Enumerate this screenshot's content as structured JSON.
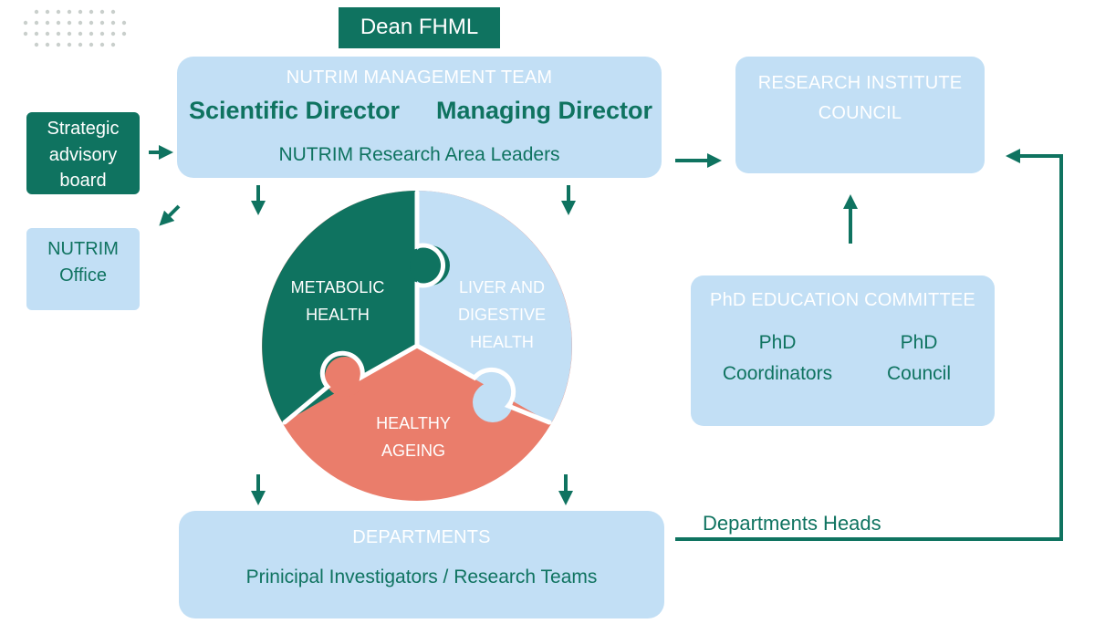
{
  "dean": "Dean FHML",
  "management": {
    "title": "NUTRIM MANAGEMENT TEAM",
    "scientific_director": "Scientific Director",
    "managing_director": "Managing Director",
    "area_leaders": "NUTRIM Research Area Leaders"
  },
  "strategic_board": [
    "Strategic",
    "advisory",
    "board"
  ],
  "office": [
    "NUTRIM",
    "Office"
  ],
  "council": [
    "RESEARCH INSTITUTE",
    "COUNCIL"
  ],
  "phd": {
    "title": "PhD EDUCATION COMMITTEE",
    "coordinators": [
      "PhD",
      "Coordinators"
    ],
    "council": [
      "PhD",
      "Council"
    ]
  },
  "puzzle": {
    "metabolic": [
      "METABOLIC",
      "HEALTH"
    ],
    "liver": [
      "LIVER AND",
      "DIGESTIVE",
      "HEALTH"
    ],
    "ageing": [
      "HEALTHY",
      "AGEING"
    ]
  },
  "departments": {
    "title": "DEPARTMENTS",
    "members": "Prinicipal Investigators / Research Teams",
    "heads": "Departments Heads"
  },
  "colors": {
    "dark_teal": "#0f7360",
    "light_blue": "#c2dff5",
    "coral": "#ea7d6b"
  },
  "icons": {
    "dots": "dot-grid-icon",
    "arrow": "arrow-icon"
  }
}
